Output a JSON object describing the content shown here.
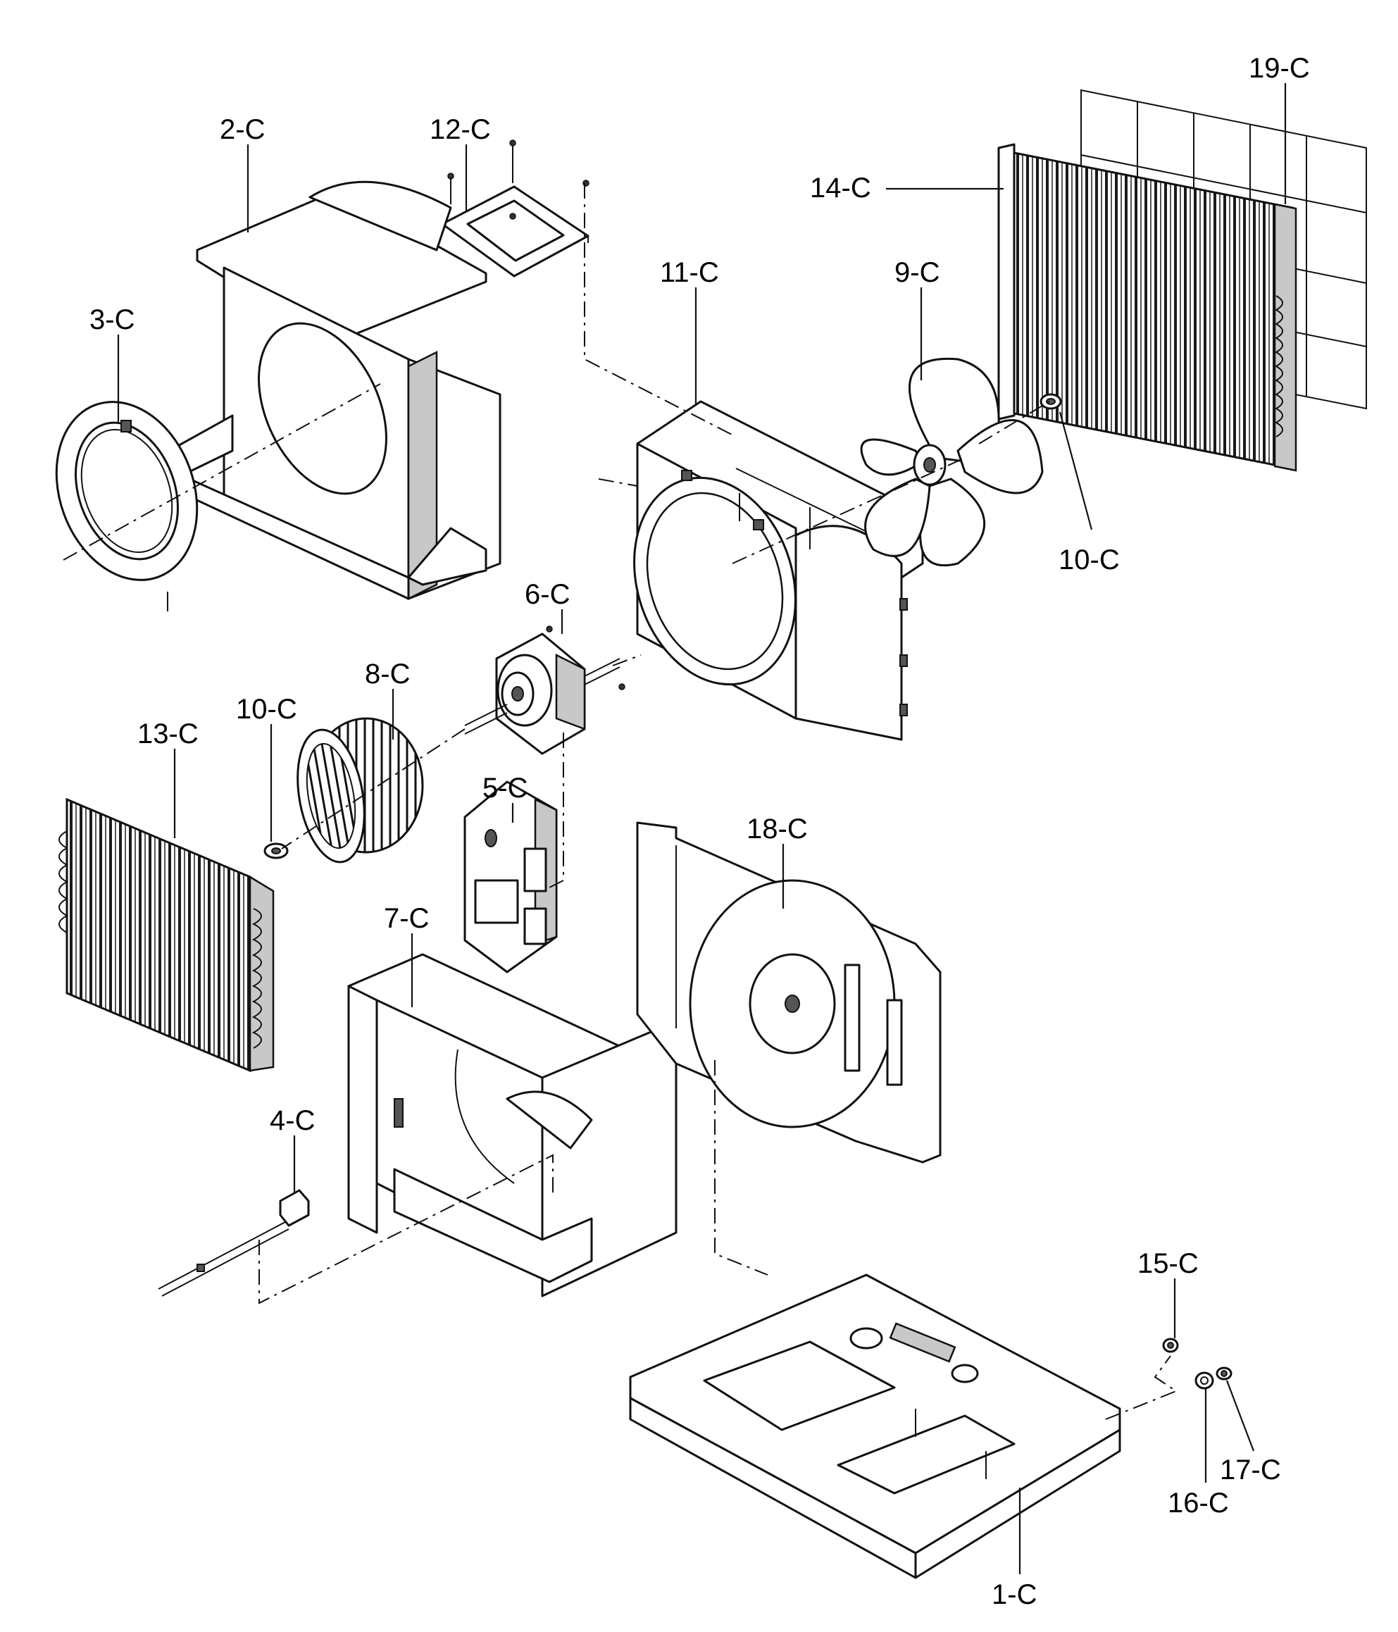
{
  "diagram": {
    "labels": {
      "p1": "1-C",
      "p2": "2-C",
      "p3": "3-C",
      "p4": "4-C",
      "p5": "5-C",
      "p6": "6-C",
      "p7": "7-C",
      "p8": "8-C",
      "p9": "9-C",
      "p10a": "10-C",
      "p10b": "10-C",
      "p11": "11-C",
      "p12": "12-C",
      "p13": "13-C",
      "p14": "14-C",
      "p15": "15-C",
      "p16": "16-C",
      "p17": "17-C",
      "p18": "18-C",
      "p19": "19-C"
    }
  }
}
